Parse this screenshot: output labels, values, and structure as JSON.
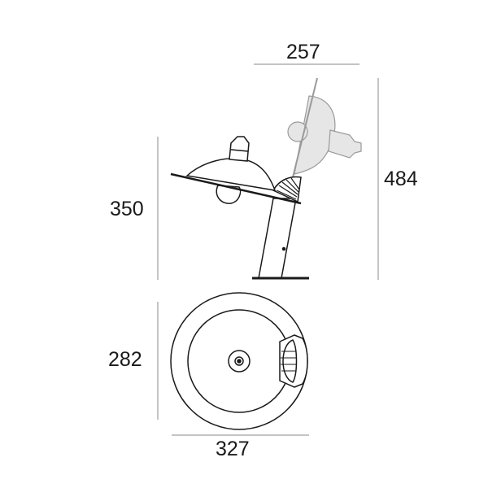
{
  "dimensions": {
    "top_width": "257",
    "total_height": "484",
    "lamp_height": "350",
    "base_depth": "282",
    "base_width": "327"
  },
  "colors": {
    "line": "#1a1a1a",
    "ghost_line": "#9a9a9a",
    "ghost_fill": "#e6e6e6",
    "dim_line": "#8a8a8a"
  }
}
